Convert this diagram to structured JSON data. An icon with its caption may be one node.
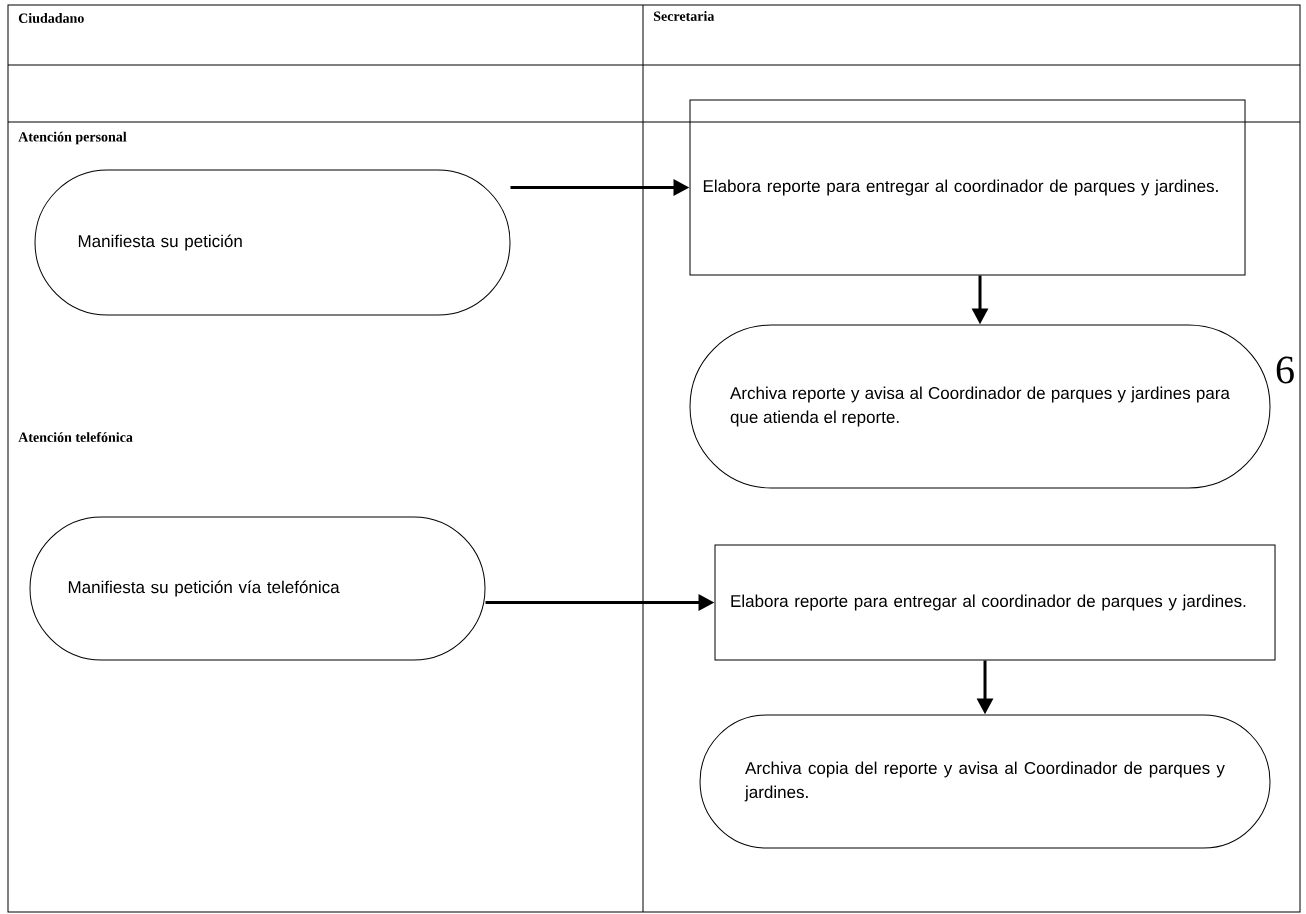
{
  "diagram": {
    "nodes": [
      {
        "text": [
          "Manifiesta su petición"
        ]
      },
      {
        "text": [
          "Elabora reporte para entregar al coordinador de parques y jardines."
        ]
      },
      {
        "text": [
          "Archiva reporte y avisa al Coordinador de parques y jardines para que atienda el reporte."
        ]
      },
      {
        "text": [
          "Manifiesta su petición vía telefónica"
        ]
      },
      {
        "text": [
          "Elabora reporte para entregar al coordinador de parques y jardines."
        ]
      },
      {
        "text": [
          "Archiva copia del reporte y avisa al Coordinador de parques y jardines."
        ]
      }
    ],
    "edges": [
      {
        "from": 0,
        "to": 1,
        "arrow": "to"
      },
      {
        "from": 1,
        "to": 2,
        "arrow": "to"
      },
      {
        "from": 3,
        "to": 4,
        "arrow": "to"
      },
      {
        "from": 4,
        "to": 5,
        "arrow": "to"
      }
    ],
    "labels": [
      "Ciudadano",
      "Secretaria",
      "Atención personal",
      "6",
      "Atención telefónica"
    ]
  }
}
